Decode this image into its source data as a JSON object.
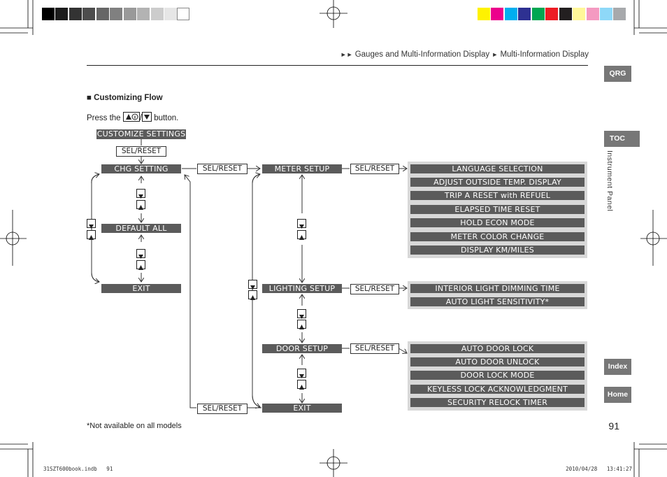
{
  "header": {
    "breadcrumb_prefix": "►►",
    "breadcrumb_part1": "Gauges and Multi-Information Display",
    "breadcrumb_sep": "►",
    "breadcrumb_part2": "Multi-Information Display"
  },
  "section": {
    "title_bullet": "■",
    "title": "Customizing Flow",
    "instruction_before": "Press the",
    "instruction_slash": "/",
    "instruction_after": "button."
  },
  "flow": {
    "customize_settings": "CUSTOMIZE SETTINGS",
    "sel_reset": "SEL/RESET",
    "chg_setting": "CHG SETTING",
    "default_all": "DEFAULT ALL",
    "exit": "EXIT",
    "meter_setup": "METER SETUP",
    "lighting_setup": "LIGHTING SETUP",
    "door_setup": "DOOR SETUP",
    "meter_items": [
      "LANGUAGE SELECTION",
      "ADJUST OUTSIDE TEMP. DISPLAY",
      "TRIP A RESET with REFUEL",
      "ELAPSED TIME RESET",
      "HOLD ECON MODE",
      "METER COLOR CHANGE",
      "DISPLAY KM/MILES"
    ],
    "lighting_items": [
      "INTERIOR LIGHT DIMMING TIME",
      "AUTO LIGHT SENSITIVITY*"
    ],
    "door_items": [
      "AUTO DOOR LOCK",
      "AUTO DOOR UNLOCK",
      "DOOR LOCK MODE",
      "KEYLESS LOCK ACKNOWLEDGMENT",
      "SECURITY RELOCK TIMER"
    ]
  },
  "sidebar": {
    "qrg": "QRG",
    "toc": "TOC",
    "chapter": "Instrument Panel",
    "index": "Index",
    "home": "Home"
  },
  "footer": {
    "footnote": "*Not available on all models",
    "page_number": "91",
    "print_file": "31SZT600book.indb   91",
    "print_date": "2010/04/28   13:41:27"
  },
  "colors": {
    "bar": "#5b5b5b",
    "panel": "#d8d8d8",
    "tab": "#777777"
  }
}
